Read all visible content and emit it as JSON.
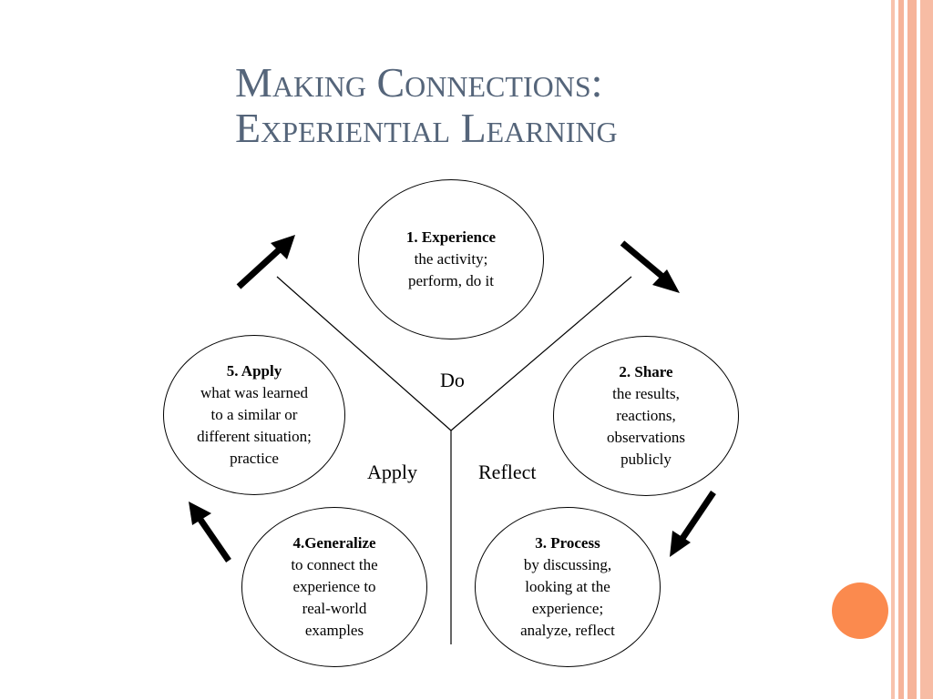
{
  "slide": {
    "title_line1": "Making Connections:",
    "title_line2": "Experiential Learning"
  },
  "steps": [
    {
      "heading": "1. Experience",
      "lines": [
        "the activity;",
        "perform, do it"
      ]
    },
    {
      "heading": "2. Share",
      "lines": [
        "the results,",
        "reactions,",
        "observations",
        "publicly"
      ]
    },
    {
      "heading": "3. Process",
      "lines": [
        "by discussing,",
        "looking at the",
        "experience;",
        "analyze, reflect"
      ]
    },
    {
      "heading": "4.Generalize",
      "lines": [
        "to connect the",
        "experience to",
        "real-world",
        "examples"
      ]
    },
    {
      "heading": "5. Apply",
      "lines": [
        "what was learned",
        "to a similar or",
        "different situation;",
        "practice"
      ]
    }
  ],
  "axis_labels": {
    "do": "Do",
    "apply": "Apply",
    "reflect": "Reflect"
  },
  "colors": {
    "title": "#55657a",
    "accent_dot": "#fb8a4e",
    "stripe": "#f6b49a"
  }
}
